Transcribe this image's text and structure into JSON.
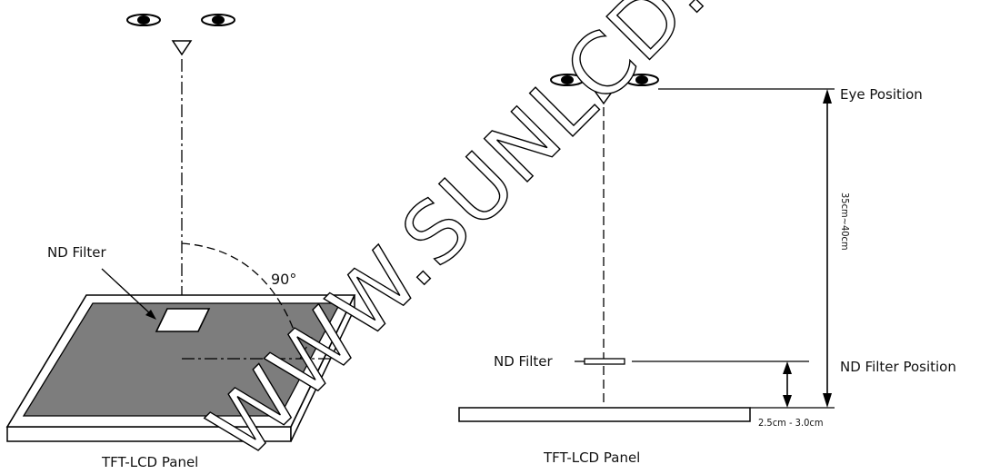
{
  "left_diagram": {
    "nd_filter_label": "ND Filter",
    "angle_label": "90°",
    "panel_label": "TFT-LCD Panel"
  },
  "right_diagram": {
    "nd_filter_label": "ND Filter",
    "eye_position_label": "Eye Position",
    "nd_filter_position_label": "ND Filter Position",
    "distance_label": "35cm~40cm",
    "gap_label": "2.5cm - 3.0cm",
    "panel_label": "TFT-LCD Panel"
  },
  "watermark": "WWW.SUNLCD.N",
  "colors": {
    "panel_fill": "#7d7d7d",
    "line": "#000000",
    "background": "#ffffff"
  }
}
